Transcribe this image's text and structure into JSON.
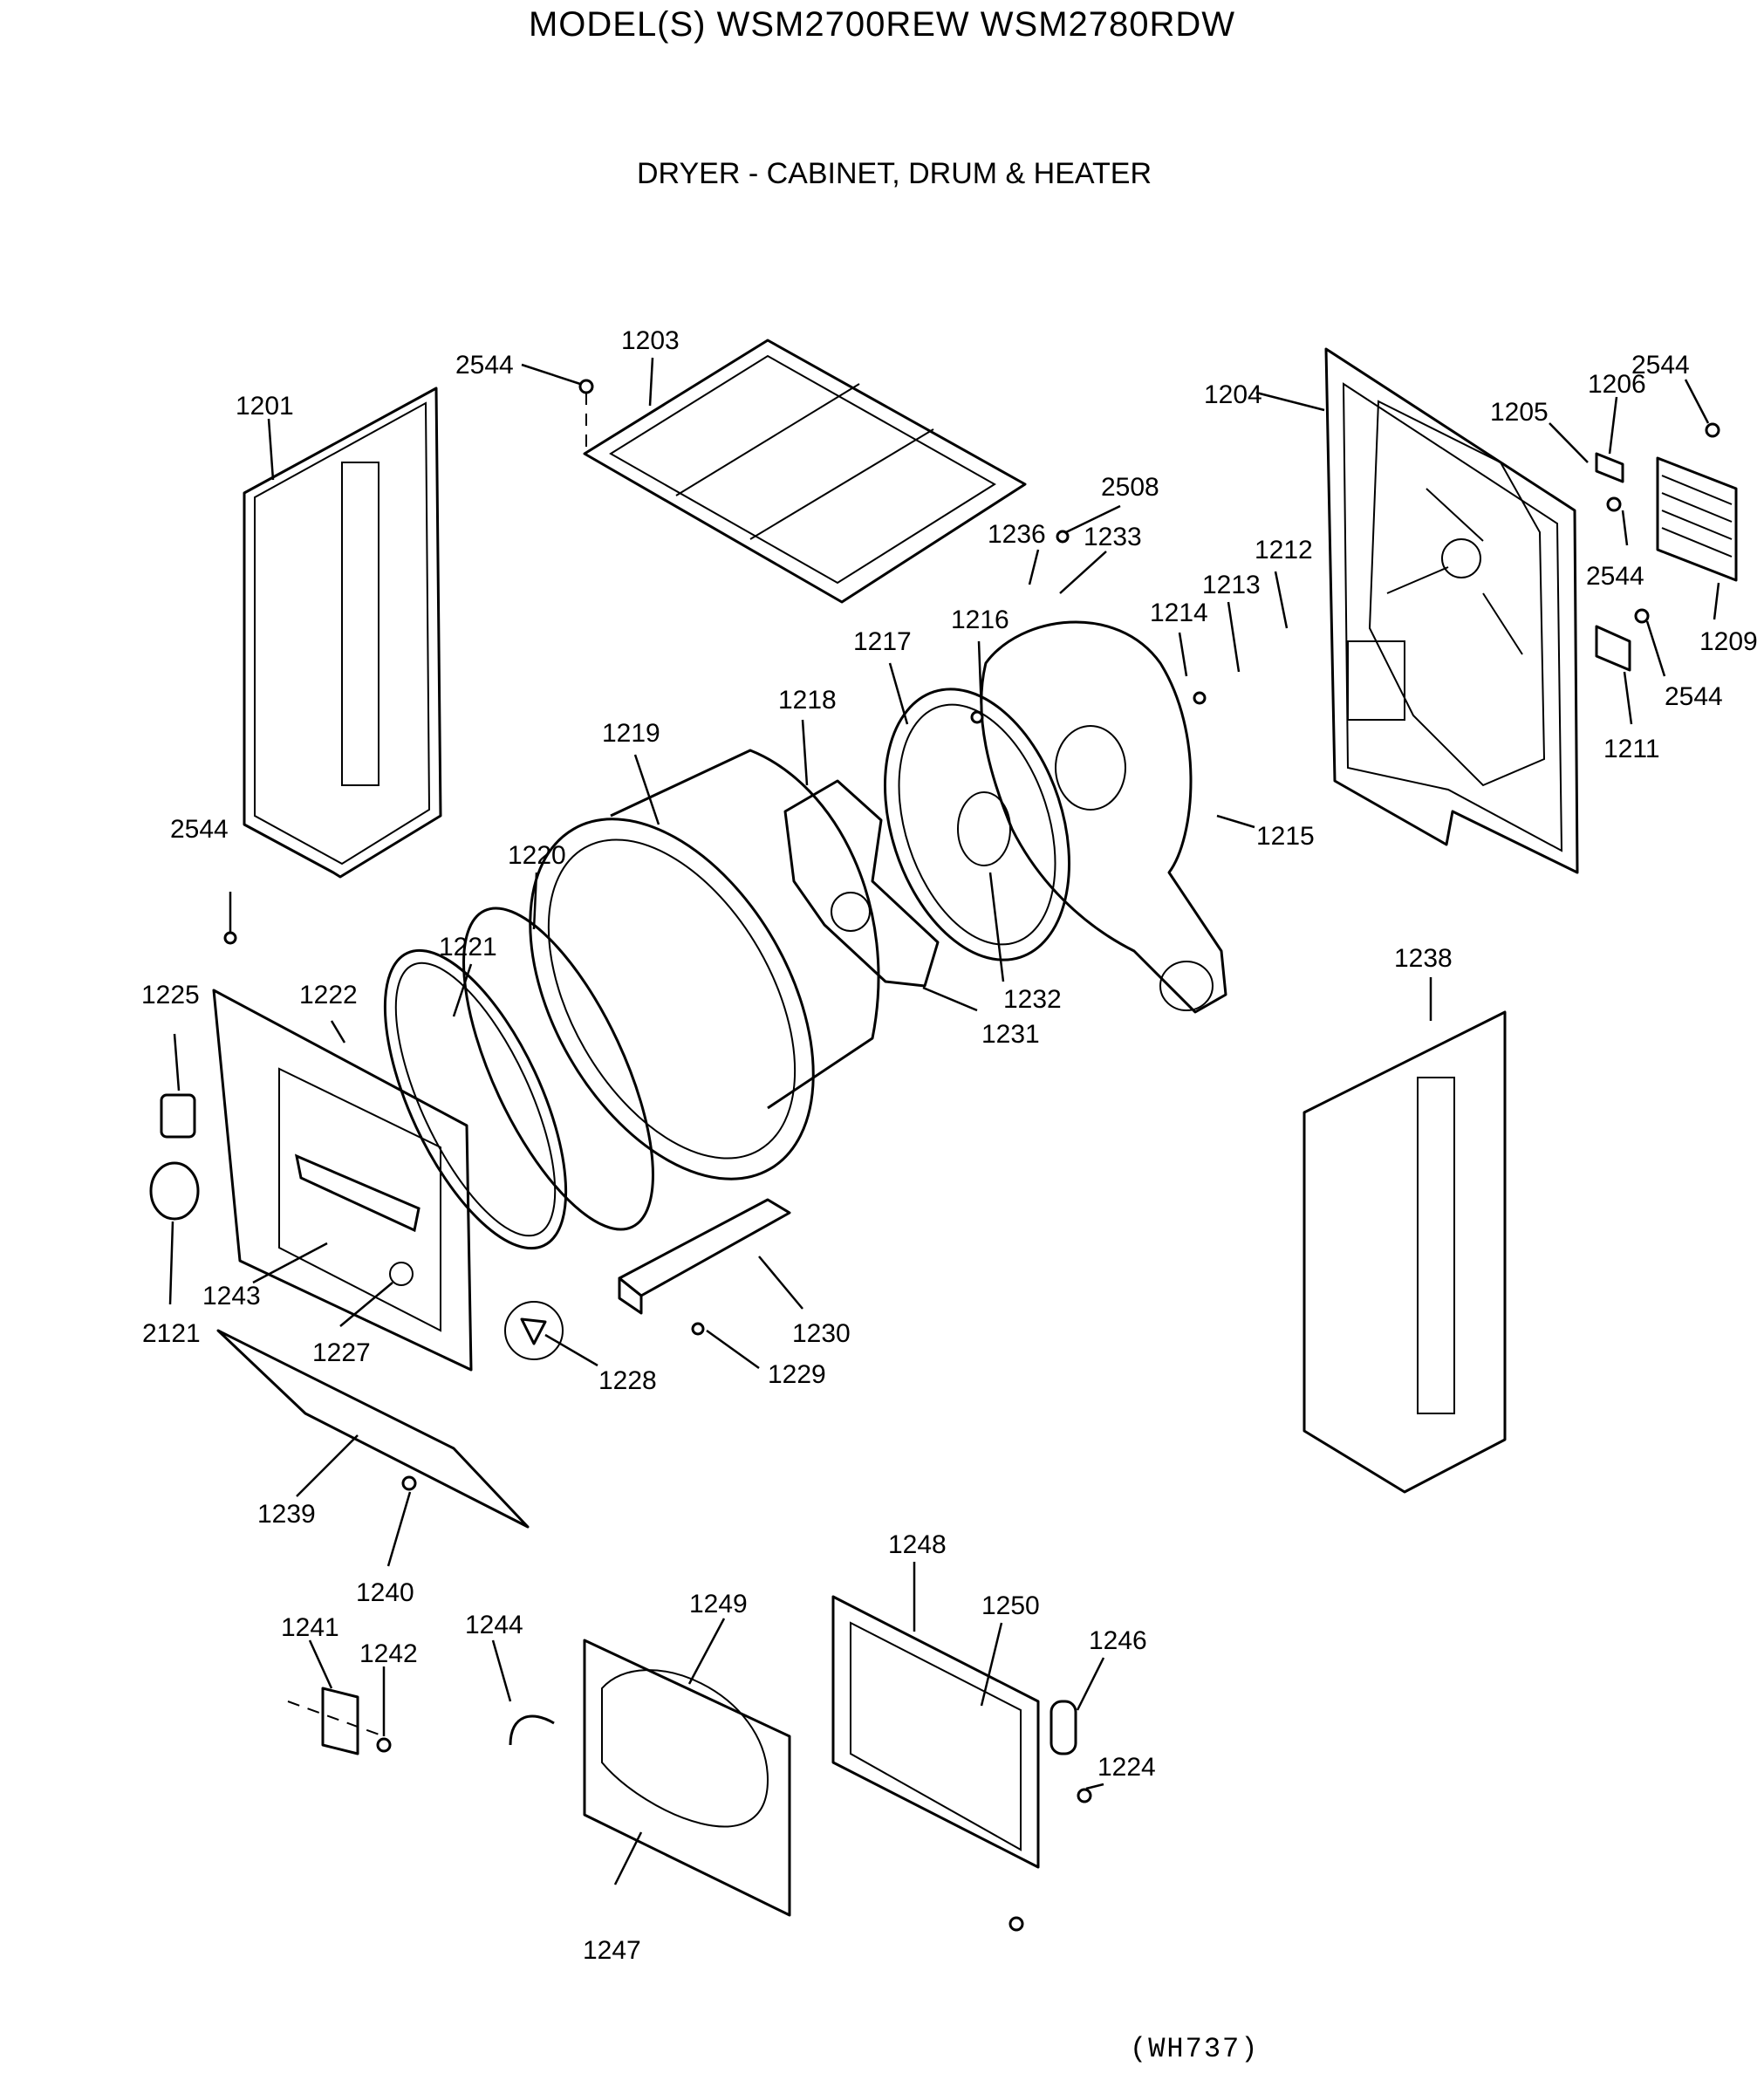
{
  "header": {
    "title": "MODEL(S) WSM2700REW  WSM2780RDW",
    "subtitle": "DRYER - CABINET, DRUM & HEATER",
    "diagram_code": "(WH737)"
  },
  "callouts": [
    {
      "id": "1201",
      "label": "1201"
    },
    {
      "id": "1203",
      "label": "1203"
    },
    {
      "id": "2544a",
      "label": "2544"
    },
    {
      "id": "1204",
      "label": "1204"
    },
    {
      "id": "1205",
      "label": "1205"
    },
    {
      "id": "1206",
      "label": "1206"
    },
    {
      "id": "2544b",
      "label": "2544"
    },
    {
      "id": "2508",
      "label": "2508"
    },
    {
      "id": "1236",
      "label": "1236"
    },
    {
      "id": "1233",
      "label": "1233"
    },
    {
      "id": "1212",
      "label": "1212"
    },
    {
      "id": "1213",
      "label": "1213"
    },
    {
      "id": "1214",
      "label": "1214"
    },
    {
      "id": "1216",
      "label": "1216"
    },
    {
      "id": "1217",
      "label": "1217"
    },
    {
      "id": "1218",
      "label": "1218"
    },
    {
      "id": "1219",
      "label": "1219"
    },
    {
      "id": "2544c",
      "label": "2544"
    },
    {
      "id": "1209",
      "label": "1209"
    },
    {
      "id": "2544d",
      "label": "2544"
    },
    {
      "id": "1211",
      "label": "1211"
    },
    {
      "id": "1215",
      "label": "1215"
    },
    {
      "id": "2544e",
      "label": "2544"
    },
    {
      "id": "1220",
      "label": "1220"
    },
    {
      "id": "1221",
      "label": "1221"
    },
    {
      "id": "1232",
      "label": "1232"
    },
    {
      "id": "1231",
      "label": "1231"
    },
    {
      "id": "1238",
      "label": "1238"
    },
    {
      "id": "1225",
      "label": "1225"
    },
    {
      "id": "1222",
      "label": "1222"
    },
    {
      "id": "2121",
      "label": "2121"
    },
    {
      "id": "1243",
      "label": "1243"
    },
    {
      "id": "1227",
      "label": "1227"
    },
    {
      "id": "1228",
      "label": "1228"
    },
    {
      "id": "1230",
      "label": "1230"
    },
    {
      "id": "1229",
      "label": "1229"
    },
    {
      "id": "1239",
      "label": "1239"
    },
    {
      "id": "1240",
      "label": "1240"
    },
    {
      "id": "1248",
      "label": "1248"
    },
    {
      "id": "1241",
      "label": "1241"
    },
    {
      "id": "1242",
      "label": "1242"
    },
    {
      "id": "1244",
      "label": "1244"
    },
    {
      "id": "1249",
      "label": "1249"
    },
    {
      "id": "1250",
      "label": "1250"
    },
    {
      "id": "1246",
      "label": "1246"
    },
    {
      "id": "1224",
      "label": "1224"
    },
    {
      "id": "1247",
      "label": "1247"
    }
  ]
}
